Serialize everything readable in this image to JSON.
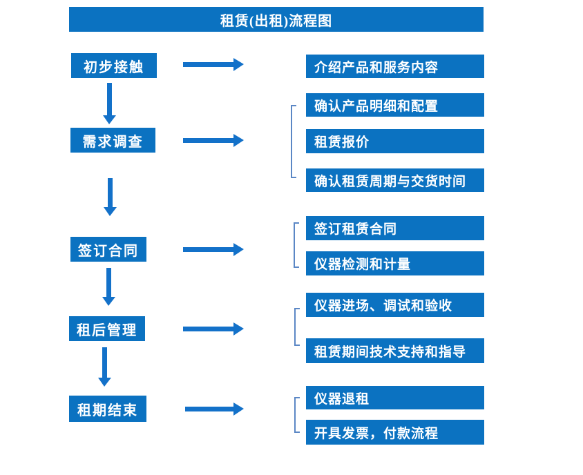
{
  "title": "租赁(出租)流程图",
  "stages": [
    {
      "label": "初步接触",
      "details": [
        "介绍产品和服务内容"
      ]
    },
    {
      "label": "需求调查",
      "details": [
        "确认产品明细和配置",
        "租赁报价",
        "确认租赁周期与交货时间"
      ]
    },
    {
      "label": "签订合同",
      "details": [
        "签订租赁合同",
        "仪器检测和计量"
      ]
    },
    {
      "label": "租后管理",
      "details": [
        "仪器进场、调试和验收",
        "租赁期间技术支持和指导"
      ]
    },
    {
      "label": "租期结束",
      "details": [
        "仪器退租",
        "开具发票，付款流程"
      ]
    }
  ],
  "colors": {
    "box": "#0b72c1",
    "arrow": "#1371c9",
    "bracket": "#5b87c5",
    "text": "#ffffff",
    "background": "#ffffff"
  }
}
